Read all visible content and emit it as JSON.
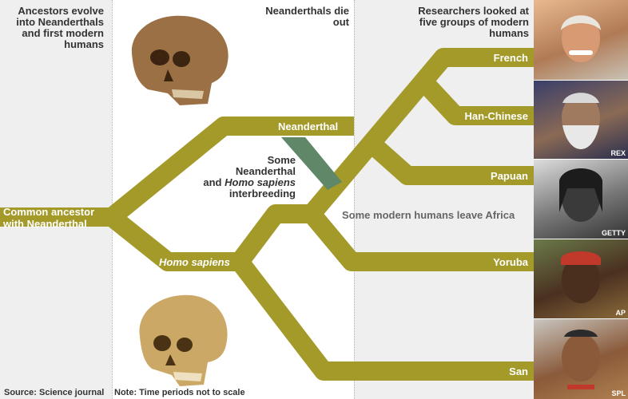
{
  "header": {
    "ancestors_note": "Ancestors evolve into Neanderthals and first modern humans",
    "neanderthals_die_out": "Neanderthals die out",
    "researchers_note": "Researchers looked at five groups of modern humans"
  },
  "labels": {
    "common_ancestor": "Common ancestor with Neanderthal",
    "neanderthal": "Neanderthal",
    "homo_sapiens": "Homo sapiens",
    "interbreeding_line1": "Some",
    "interbreeding_line2": "Neanderthal",
    "interbreeding_and": "and",
    "interbreeding_hs": "Homo sapiens",
    "interbreeding_line4": "interbreeding",
    "leave_africa": "Some modern humans leave Africa"
  },
  "groups": [
    "French",
    "Han-Chinese",
    "Papuan",
    "Yoruba",
    "San"
  ],
  "photo_credits": [
    "",
    "REX",
    "GETTY",
    "AP",
    "SPL"
  ],
  "footer": {
    "source": "Source: Science journal",
    "note": "Note: Time periods not to scale"
  },
  "colors": {
    "branch": "#a49a2a",
    "interbreed": "#5f8768",
    "band": "#efefef"
  },
  "icons": [
    "neanderthal-skull-icon",
    "homo-sapiens-skull-icon"
  ]
}
